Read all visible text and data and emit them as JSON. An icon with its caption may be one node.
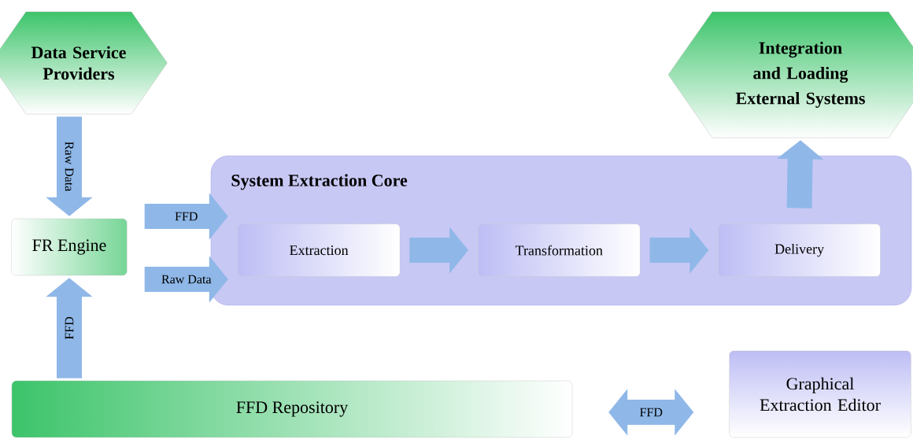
{
  "diagram": {
    "nodes": [
      {
        "text": [
          "Data Service Providers"
        ]
      },
      {
        "text": [
          "Integration and Loading External Systems"
        ]
      },
      {
        "text": [
          "FR Engine"
        ]
      },
      {
        "text": [
          "System Extraction Core"
        ]
      },
      {
        "text": [
          "Extraction"
        ],
        "in": 3
      },
      {
        "text": [
          "Transformation"
        ],
        "in": 3
      },
      {
        "text": [
          "Delivery"
        ],
        "in": 3
      },
      {
        "text": [
          "FFD Repository"
        ]
      },
      {
        "text": [
          "Graphical Extraction Editor"
        ]
      }
    ],
    "edges": [
      {
        "from": 0,
        "to": 2,
        "arrow": "to",
        "label": "Raw Data"
      },
      {
        "from": 2,
        "to": 3,
        "arrow": "to",
        "label": "FFD"
      },
      {
        "from": 2,
        "to": 3,
        "arrow": "to",
        "label": "Raw Data"
      },
      {
        "from": 4,
        "to": 5,
        "arrow": "to"
      },
      {
        "from": 5,
        "to": 6,
        "arrow": "to"
      },
      {
        "from": 6,
        "to": 1,
        "arrow": "to"
      },
      {
        "from": 7,
        "to": 2,
        "arrow": "to",
        "label": "FFD"
      },
      {
        "from": 7,
        "to": 8,
        "arrow": "both",
        "label": "FFD"
      }
    ]
  }
}
